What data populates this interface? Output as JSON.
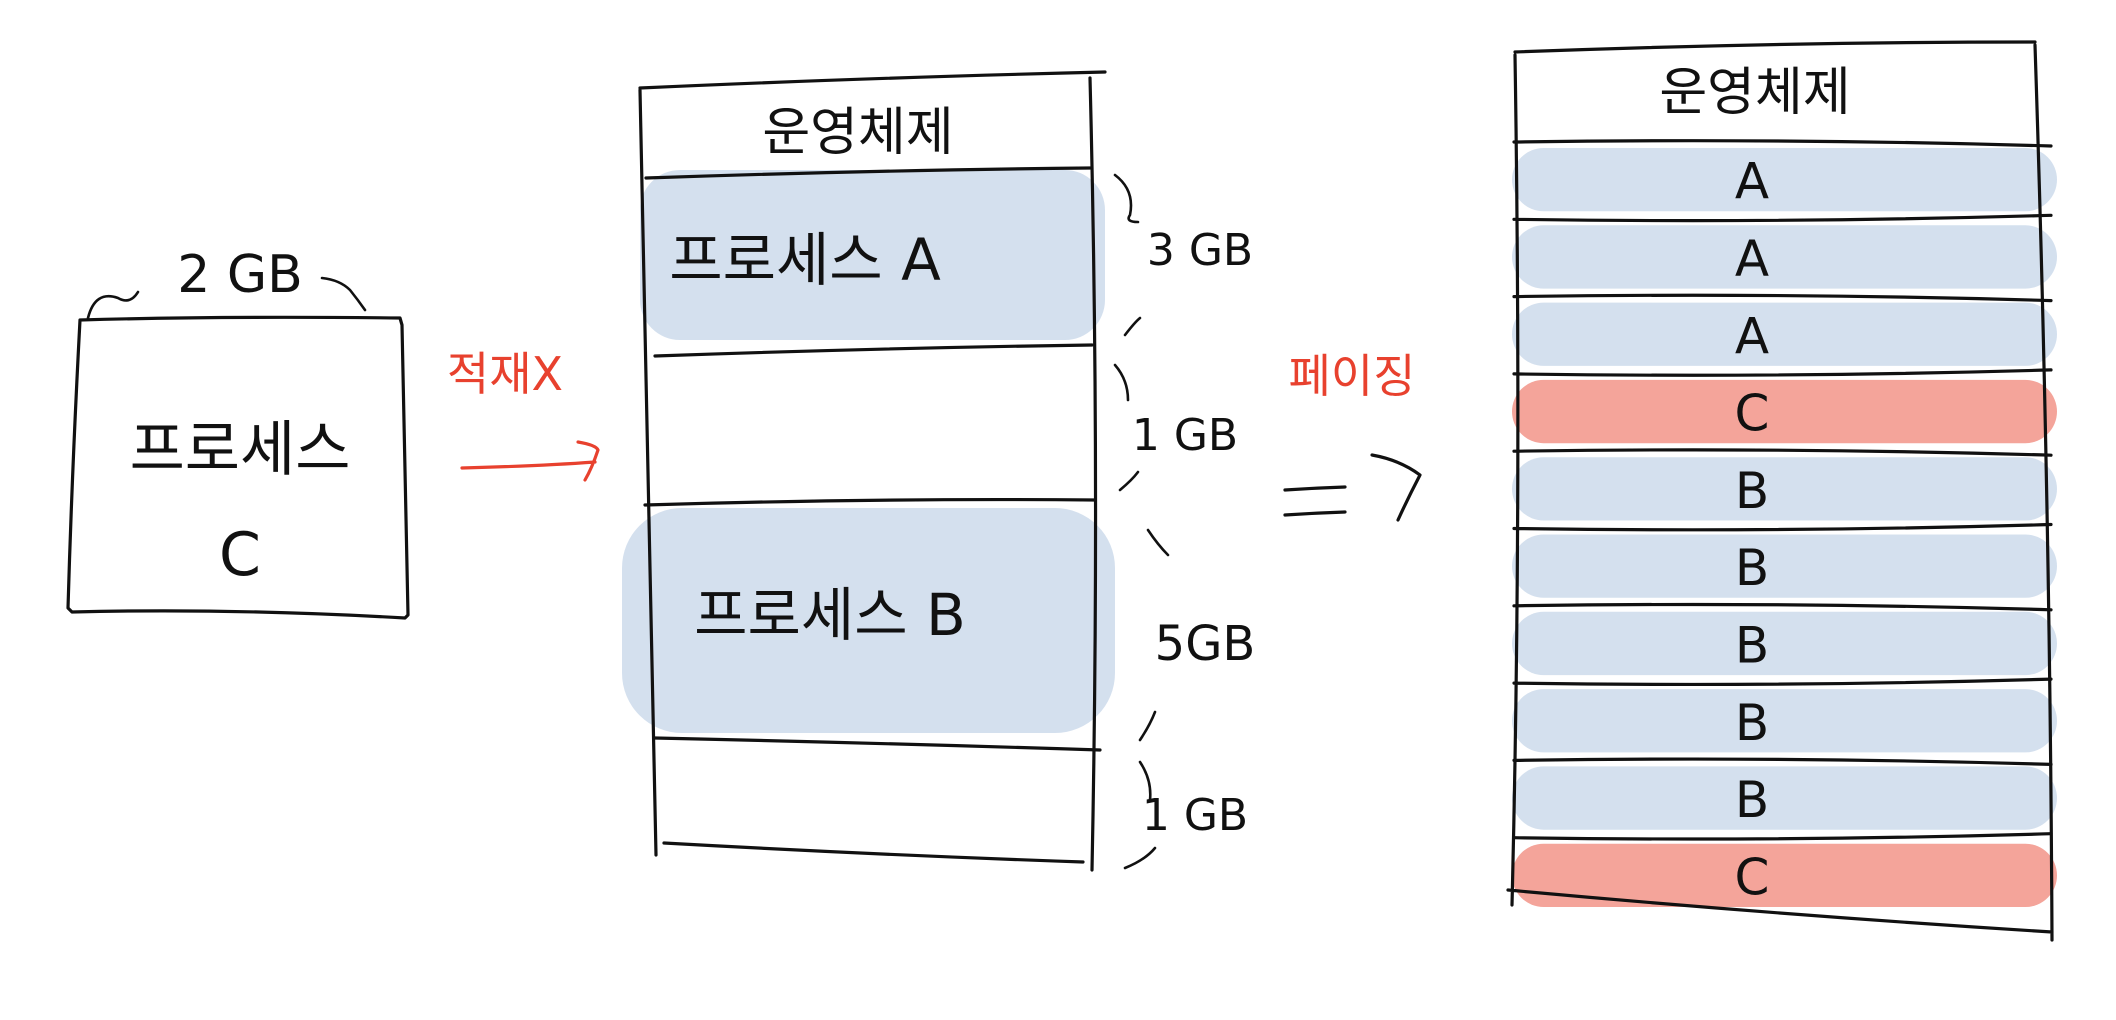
{
  "process_c_box": {
    "size_label": "2 GB",
    "title": "프로세스",
    "letter": "C"
  },
  "arrow_1": {
    "label": "적재X"
  },
  "memory_1": {
    "header": "운영체제",
    "segments": [
      {
        "label": "프로세스 A",
        "size": "3 GB",
        "occupied": true
      },
      {
        "label": "",
        "size": "1 GB",
        "occupied": false
      },
      {
        "label": "프로세스 B",
        "size": "5GB",
        "occupied": true
      },
      {
        "label": "",
        "size": "1 GB",
        "occupied": false
      }
    ]
  },
  "arrow_2": {
    "label": "페이징"
  },
  "memory_2": {
    "header": "운영체제",
    "frames": [
      "A",
      "A",
      "A",
      "C",
      "B",
      "B",
      "B",
      "B",
      "B",
      "C"
    ]
  },
  "colors": {
    "ink": "#111111",
    "annotation_red": "#e8412e",
    "process_blue_highlight": "#b9cde3",
    "process_c_red_highlight": "#f4a49a"
  }
}
